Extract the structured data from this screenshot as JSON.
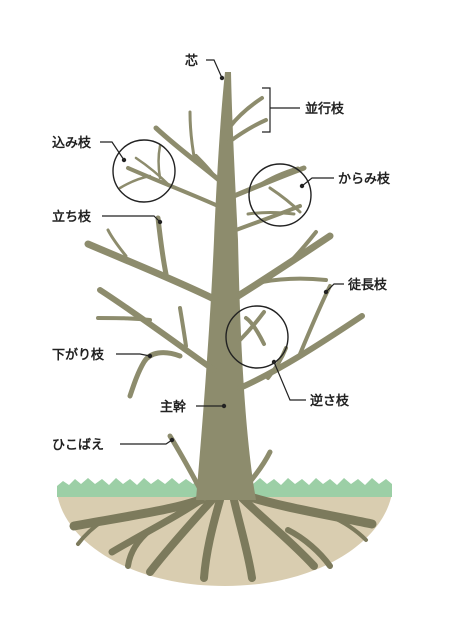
{
  "colors": {
    "trunk": "#8d8c6d",
    "root": "#7c7a5c",
    "soil": "#d9cdb0",
    "grass": "#9ccfa6",
    "line": "#222222"
  },
  "labels": {
    "shin": "芯",
    "heikoushi": "並行枝",
    "komieda": "込み枝",
    "karamieda": "からみ枝",
    "tachieda": "立ち枝",
    "tokonaga": "徒長枝",
    "sagarieda": "下がり枝",
    "sakasaeda": "逆さ枝",
    "shukan": "主幹",
    "hikobae": "ひこばえ"
  }
}
